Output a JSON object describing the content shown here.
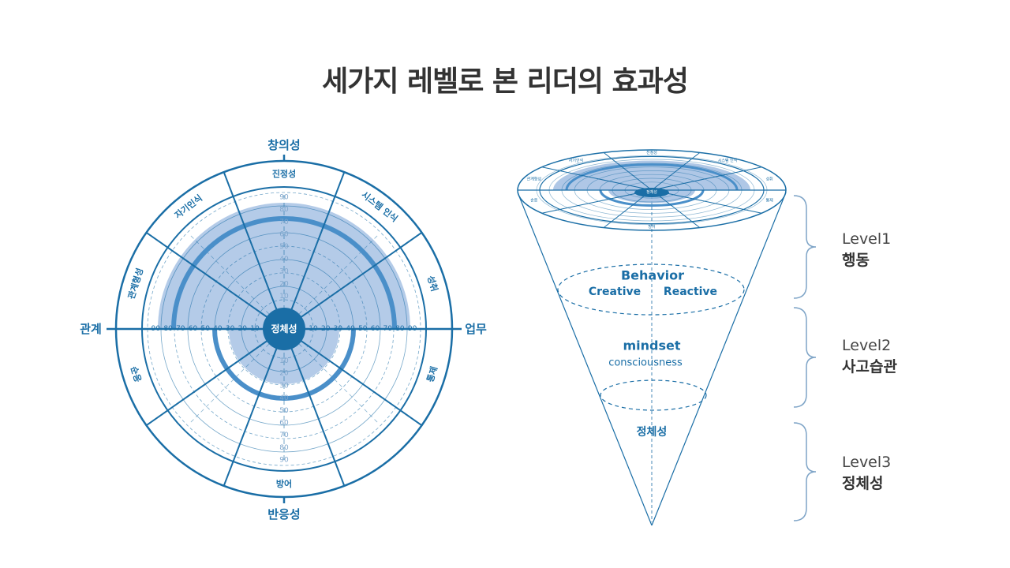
{
  "title": "세가지 레벨로 본 리더의 효과성",
  "wheel": {
    "outer_labels": {
      "top": "창의성",
      "bottom": "반응성",
      "left": "관계",
      "right": "업무"
    },
    "segments": [
      "진정성",
      "시스템 인식",
      "성취",
      "통제",
      "방어",
      "순응",
      "관계형성",
      "자기인식"
    ],
    "center": "정체성",
    "scale_ticks": [
      "10",
      "20",
      "30",
      "40",
      "50",
      "60",
      "70",
      "80",
      "90"
    ]
  },
  "cone": {
    "mini_center": "정체성",
    "mini_segments": [
      "진정성",
      "시스템 인식",
      "성취",
      "통제",
      "방어",
      "순응",
      "관계형성",
      "자기인식"
    ],
    "behavior": "Behavior",
    "creative": "Creative",
    "reactive": "Reactive",
    "mindset": "mindset",
    "consciousness": "consciousness",
    "identity": "정체성"
  },
  "levels": [
    {
      "level": "Level1",
      "name": "행동"
    },
    {
      "level": "Level2",
      "name": "사고습관"
    },
    {
      "level": "Level3",
      "name": "정체성"
    }
  ],
  "colors": {
    "primary": "#1a6ea6",
    "fill": "#9bb9e0",
    "arc": "#4a8fc9",
    "bracket": "#7ea4c7",
    "title": "#333333"
  }
}
